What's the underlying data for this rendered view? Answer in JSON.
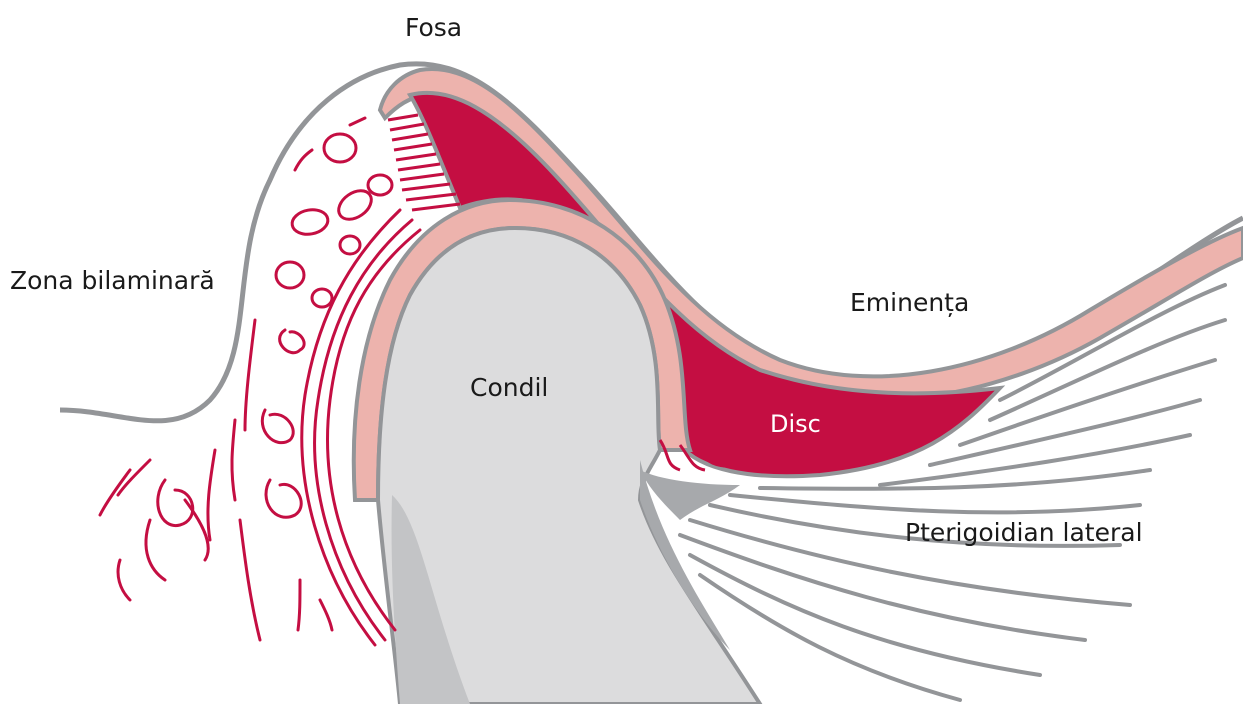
{
  "labels": {
    "fossa": "Fosa",
    "bilaminar": "Zona bilaminară",
    "eminence": "Eminența",
    "condyle": "Condil",
    "disc": "Disc",
    "lateral_pterygoid": "Pterigoidian lateral"
  },
  "colors": {
    "disc": "#c40e42",
    "cartilage": "#edb3ad",
    "bone_outline": "#939598",
    "condyle_fill": "#dcdcdd",
    "condyle_shadow": "#c3c4c6",
    "retrodiscal": "#c40e42",
    "muscle_lines": "#939598"
  }
}
